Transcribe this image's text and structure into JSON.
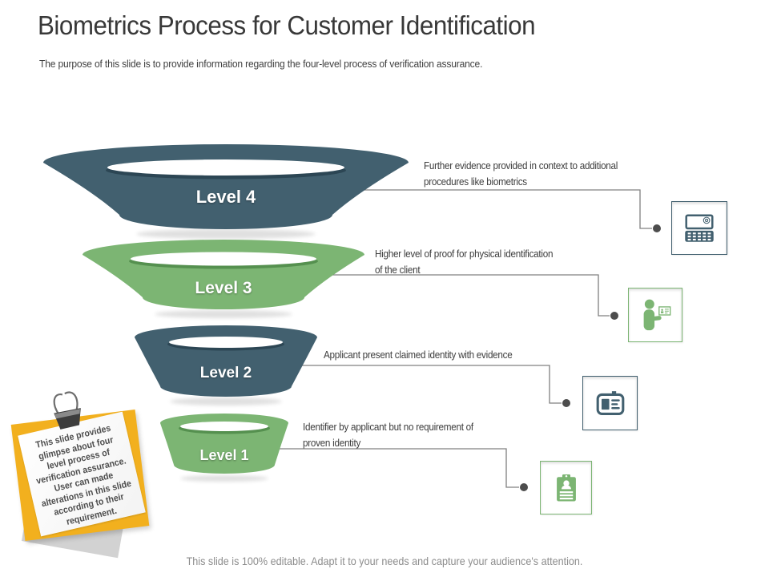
{
  "slide": {
    "title": "Biometrics Process for Customer Identification",
    "subtitle": "The purpose of this slide is to provide information regarding the four-level process of verification assurance.",
    "footer": "This slide is 100% editable. Adapt it to your needs and capture your audience's attention."
  },
  "funnel": {
    "levels": [
      {
        "label": "Level 4",
        "desc_lines": [
          "Further evidence provided in context to additional",
          "procedures like biometrics"
        ],
        "color": "#42606F",
        "icon": "biometric-device-icon"
      },
      {
        "label": "Level 3",
        "desc_lines": [
          "Higher level of proof for physical identification",
          "of the client"
        ],
        "color": "#7CB573",
        "icon": "person-id-card-icon"
      },
      {
        "label": "Level 2",
        "desc_lines": [
          "Applicant present claimed identity with evidence"
        ],
        "color": "#42606F",
        "icon": "id-badge-icon"
      },
      {
        "label": "Level 1",
        "desc_lines": [
          "Identifier by applicant but no requirement of",
          "proven identity"
        ],
        "color": "#7CB573",
        "icon": "clipboard-person-icon"
      }
    ]
  },
  "note": {
    "lines": [
      "This slide provides",
      "glimpse about four",
      "level process of",
      "verification assurance.",
      "User can made",
      "alterations in this slide",
      "according to their",
      "requirement."
    ]
  },
  "colors": {
    "slate": "#42606F",
    "green": "#7CB573",
    "connector-gray": "#808080",
    "note-yellow": "#F2B01E",
    "text-dark": "#3d3d3d",
    "footer-gray": "#8c8c8c"
  }
}
